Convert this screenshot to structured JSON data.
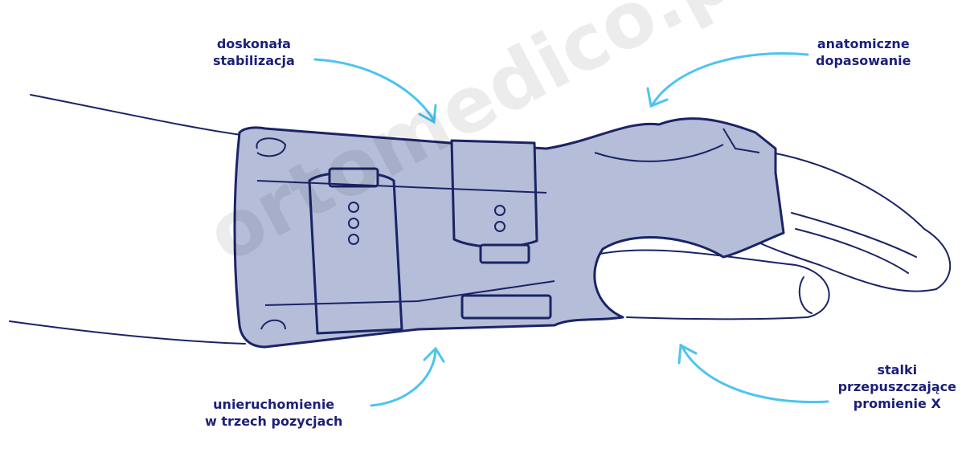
{
  "watermark": "ortomedico.pl",
  "labels": {
    "stabilization": [
      "doskonała",
      "stabilizacja"
    ],
    "anatomical_fit": [
      "anatomiczne",
      "dopasowanie"
    ],
    "immobilization": [
      "unieruchomienie",
      "w trzech pozycjach"
    ],
    "stays": [
      "stalki",
      "przepuszczające",
      "promienie X"
    ]
  },
  "colors": {
    "text": "#1c1f78",
    "arrow": "#4dc4ef",
    "brace_fill": "#b5bdd8",
    "outline": "#1a2466"
  }
}
